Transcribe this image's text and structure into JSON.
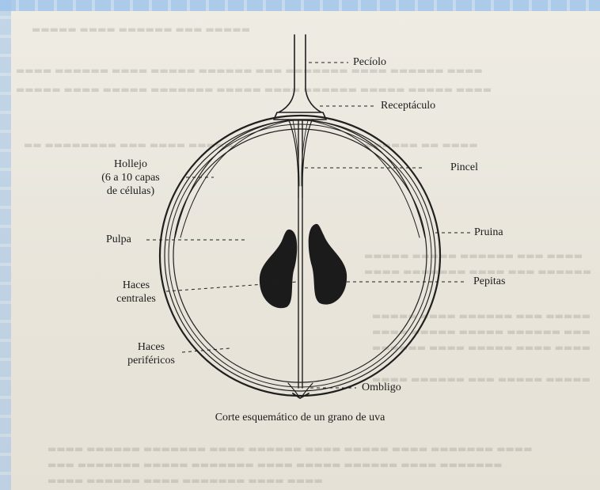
{
  "diagram": {
    "labels": {
      "peciolo": "Pecíolo",
      "receptaculo": "Receptáculo",
      "hollejo_1": "Hollejo",
      "hollejo_2": "(6 a 10 capas",
      "hollejo_3": "de células)",
      "pincel": "Pincel",
      "pruina": "Pruina",
      "pulpa": "Pulpa",
      "pepitas": "Pepitas",
      "haces_centrales_1": "Haces",
      "haces_centrales_2": "centrales",
      "haces_perifericos_1": "Haces",
      "haces_perifericos_2": "periféricos",
      "ombligo": "Ombligo"
    },
    "caption": "Corte esquemático de un grano de uva"
  }
}
